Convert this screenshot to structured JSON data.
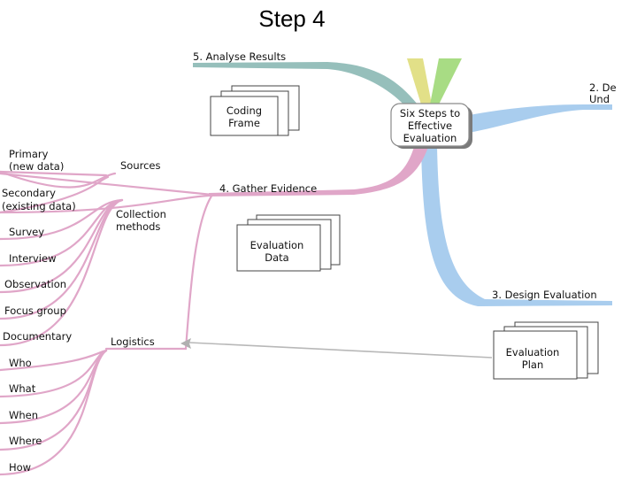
{
  "title": "Step 4",
  "center": {
    "lines": [
      "Six Steps to",
      "Effective",
      "Evaluation"
    ]
  },
  "branches": {
    "analyse": "5. Analyse Results",
    "understand": [
      "2. De",
      "Und"
    ],
    "gather": "4. Gather Evidence",
    "design": "3. Design Evaluation"
  },
  "documents": {
    "coding": [
      "Coding",
      "Frame"
    ],
    "evaluation_data": [
      "Evaluation",
      "Data"
    ],
    "evaluation_plan": [
      "Evaluation",
      "Plan"
    ]
  },
  "sub_nodes": {
    "sources": "Sources",
    "collection": [
      "Collection",
      "methods"
    ],
    "logistics": "Logistics"
  },
  "sources_items": {
    "primary": [
      "Primary",
      "(new data)"
    ],
    "secondary": [
      "Secondary",
      "(existing data)"
    ]
  },
  "methods": [
    "Survey",
    "Interview",
    "Observation",
    "Focus group",
    "Documentary"
  ],
  "logistics_items": [
    "Who",
    "What",
    "When",
    "Where",
    "How"
  ],
  "colors": {
    "pink": "#e0a6c8",
    "teal": "#96bfbb",
    "yellow": "#e2e088",
    "green": "#a8dc84",
    "blue": "#a9cdee",
    "gray": "#b8b8b8"
  }
}
